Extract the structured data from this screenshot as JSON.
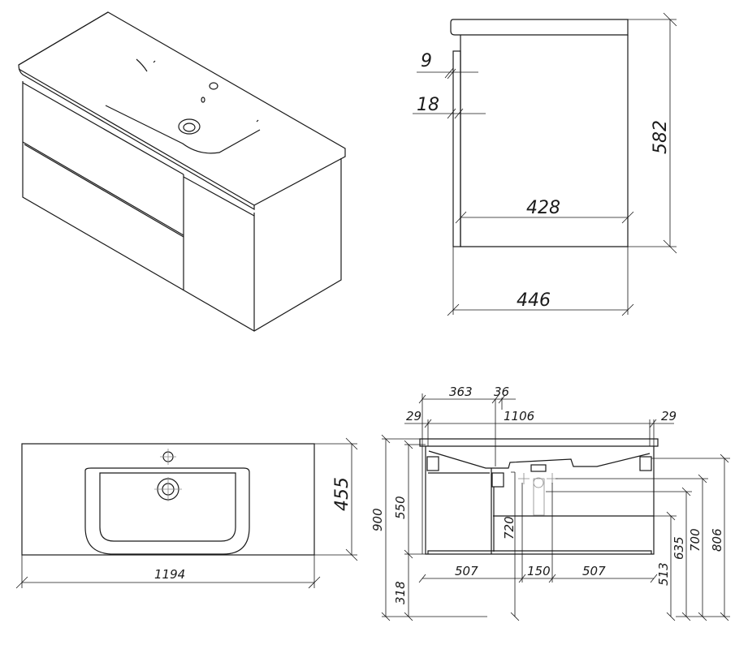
{
  "views": {
    "isometric": {
      "title": "Isometric view"
    },
    "side": {
      "dims": {
        "d9": "9",
        "d18": "18",
        "d428": "428",
        "d446": "446",
        "d582": "582"
      }
    },
    "top": {
      "dims": {
        "d455": "455",
        "d1194": "1194"
      }
    },
    "front": {
      "dims": {
        "d363": "363",
        "d36": "36",
        "d29l": "29",
        "d1106": "1106",
        "d29r": "29",
        "d900": "900",
        "d550": "550",
        "d318": "318",
        "d720": "720",
        "d507l": "507",
        "d150": "150",
        "d507r": "507",
        "d513": "513",
        "d635": "635",
        "d700": "700",
        "d806": "806"
      }
    }
  }
}
